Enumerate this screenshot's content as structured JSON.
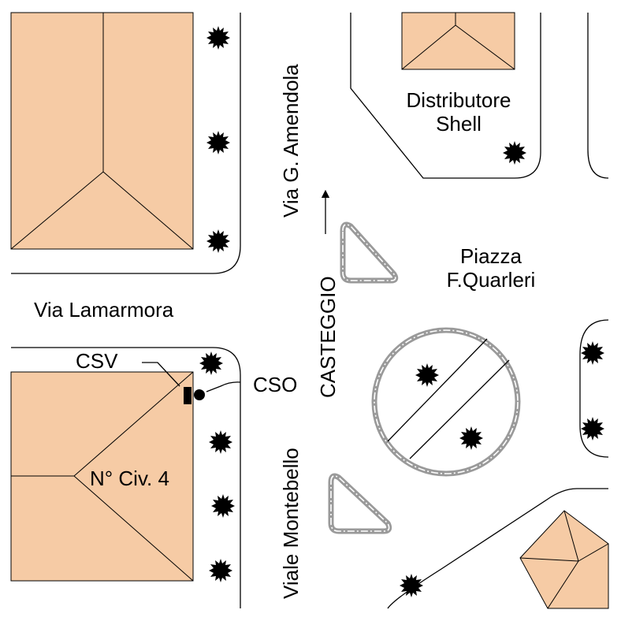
{
  "colors": {
    "background": "#ffffff",
    "building_fill": "#f6cba5",
    "tree_green": "#33c21f",
    "island_grey": "#9a9a9a",
    "line": "#000000"
  },
  "streets": {
    "via_amendola": "Via G. Amendola",
    "via_lamarmora": "Via Lamarmora",
    "viale_montebello": "Viale Montebello",
    "casteggio": "CASTEGGIO"
  },
  "places": {
    "distributore_line1": "Distributore",
    "distributore_line2": "Shell",
    "piazza_line1": "Piazza",
    "piazza_line2": "F.Quarleri",
    "civico": "N° Civ. 4"
  },
  "markers": {
    "csv": "CSV",
    "cso": "CSO"
  },
  "icons": {
    "tree": "tree-icon",
    "direction_arrow": "arrow-up-icon",
    "valve": "valve-icon",
    "outlet": "outlet-icon"
  }
}
